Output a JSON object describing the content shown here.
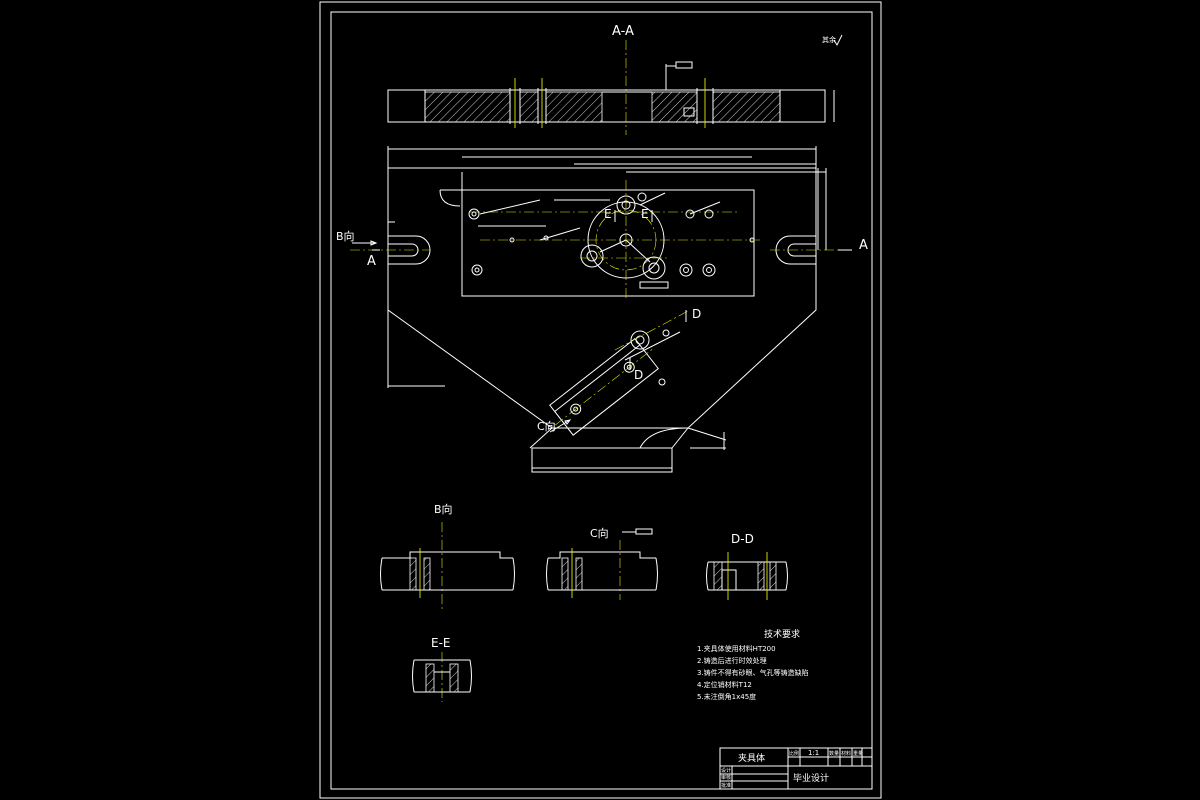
{
  "views": {
    "section_aa": "A-A",
    "marker_b": "B向",
    "marker_a": "A",
    "marker_e": "E",
    "marker_d": "D",
    "marker_c": "C向",
    "view_b": "B向",
    "view_c": "C向",
    "view_dd": "D-D",
    "view_ee": "E-E"
  },
  "roughness_note": "其余",
  "tech_requirements": {
    "title": "技术要求",
    "items": [
      "1.夹具体使用材料HT200",
      "2.铸造后进行时效处理",
      "3.铸件不得有砂眼、气孔等铸造缺陷",
      "4.定位销材料T12",
      "5.未注倒角1x45度"
    ]
  },
  "title_block": {
    "part_name": "夹具体",
    "project": "毕业设计",
    "scale": "1:1",
    "row_labels": [
      "设计",
      "审核",
      "批准"
    ],
    "col_labels": [
      "比例",
      "数量",
      "材料",
      "重量"
    ]
  },
  "colors": {
    "line": "#ffffff",
    "centerline": "#e8e800",
    "background": "#000000"
  }
}
